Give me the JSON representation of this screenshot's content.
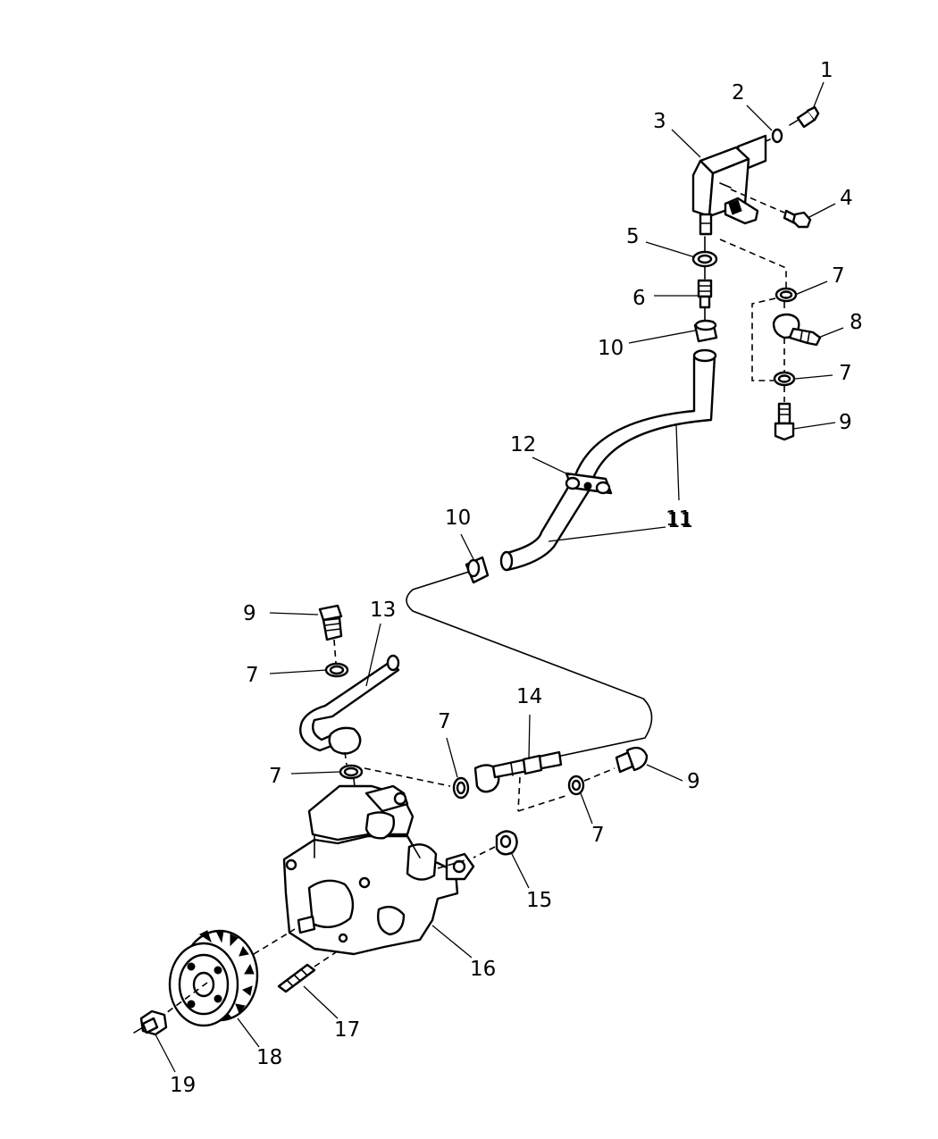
{
  "callouts": [
    {
      "id": "c1",
      "text": "1"
    },
    {
      "id": "c2",
      "text": "2"
    },
    {
      "id": "c3",
      "text": "3"
    },
    {
      "id": "c4",
      "text": "4"
    },
    {
      "id": "c5",
      "text": "5"
    },
    {
      "id": "c6",
      "text": "6"
    },
    {
      "id": "c7a",
      "text": "7"
    },
    {
      "id": "c8",
      "text": "8"
    },
    {
      "id": "c7b",
      "text": "7"
    },
    {
      "id": "c10a",
      "text": "10"
    },
    {
      "id": "c9a",
      "text": "9"
    },
    {
      "id": "c12",
      "text": "12"
    },
    {
      "id": "c11a",
      "text": "11"
    },
    {
      "id": "c10b",
      "text": "10"
    },
    {
      "id": "c11b",
      "text": "11"
    },
    {
      "id": "c9b",
      "text": "9"
    },
    {
      "id": "c13",
      "text": "13"
    },
    {
      "id": "c7c",
      "text": "7"
    },
    {
      "id": "c14",
      "text": "14"
    },
    {
      "id": "c7d",
      "text": "7"
    },
    {
      "id": "c7e",
      "text": "7"
    },
    {
      "id": "c9c",
      "text": "9"
    },
    {
      "id": "c7f",
      "text": "7"
    },
    {
      "id": "c15",
      "text": "15"
    },
    {
      "id": "c16",
      "text": "16"
    },
    {
      "id": "c17",
      "text": "17"
    },
    {
      "id": "c18",
      "text": "18"
    },
    {
      "id": "c19",
      "text": "19"
    }
  ]
}
